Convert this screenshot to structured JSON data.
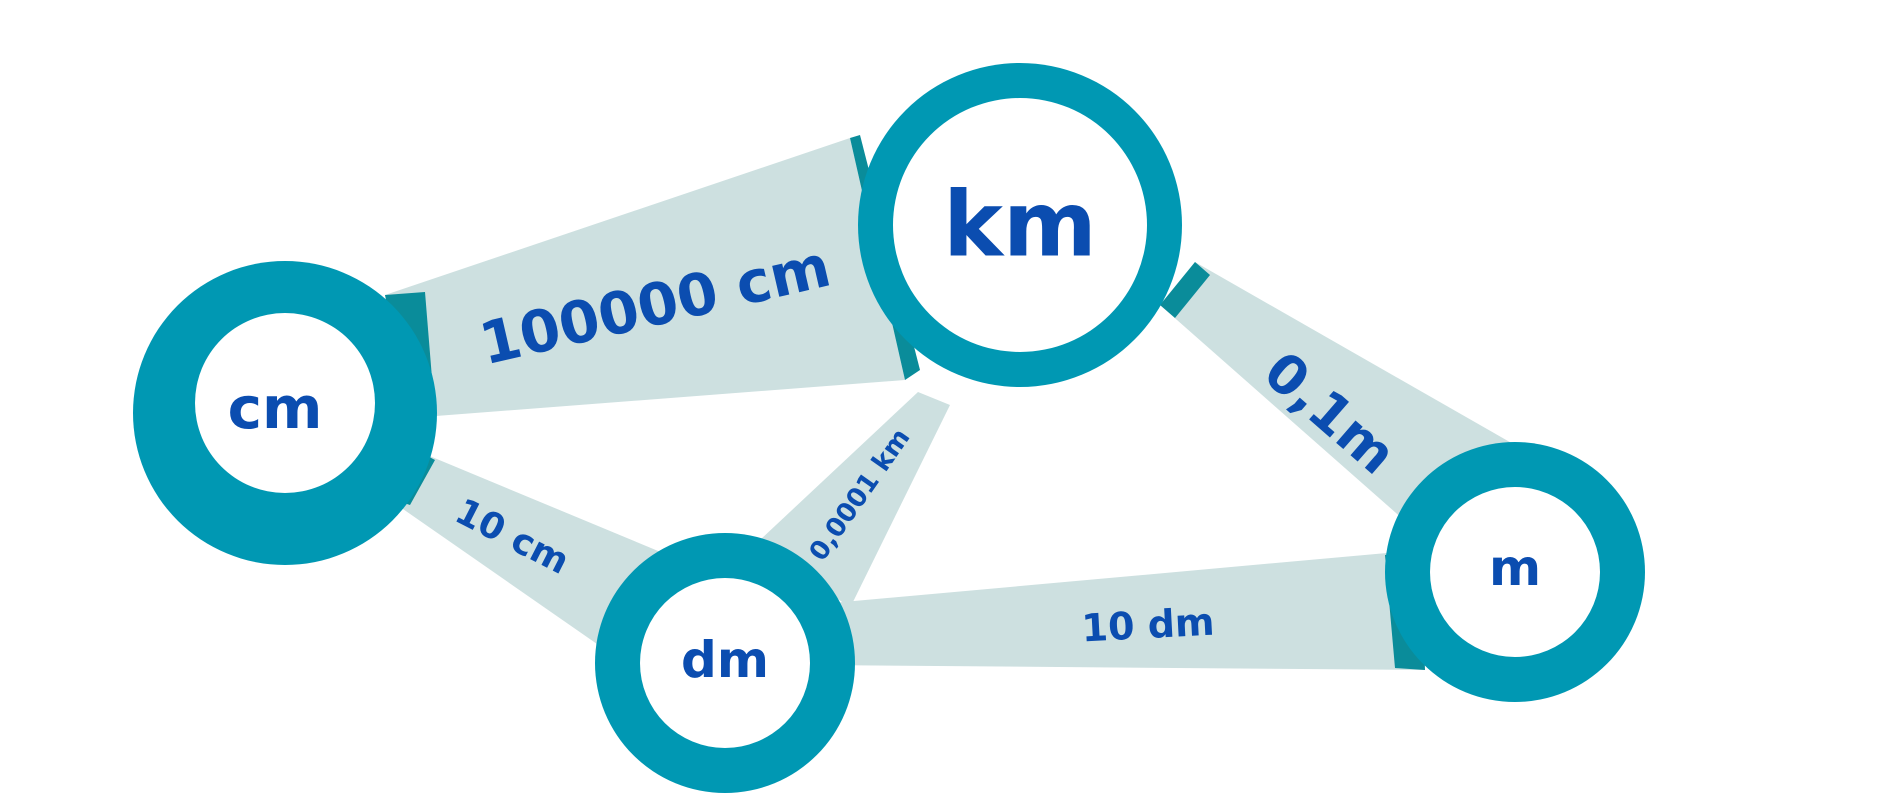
{
  "colors": {
    "ring": "#0098b3",
    "band": "#cde0e0",
    "band_overlap": "#0a8c9a",
    "text": "#0b4db0",
    "background": "#ffffff"
  },
  "nodes": {
    "km": {
      "label": "km"
    },
    "cm": {
      "label": "cm"
    },
    "dm": {
      "label": "dm"
    },
    "m": {
      "label": "m"
    }
  },
  "edges": {
    "cm_km": {
      "label": "100000 cm"
    },
    "cm_dm": {
      "label": "10 cm"
    },
    "dm_km": {
      "label": "0,0001 km"
    },
    "km_m": {
      "label": "0,1m"
    },
    "dm_m": {
      "label": "10 dm"
    }
  }
}
